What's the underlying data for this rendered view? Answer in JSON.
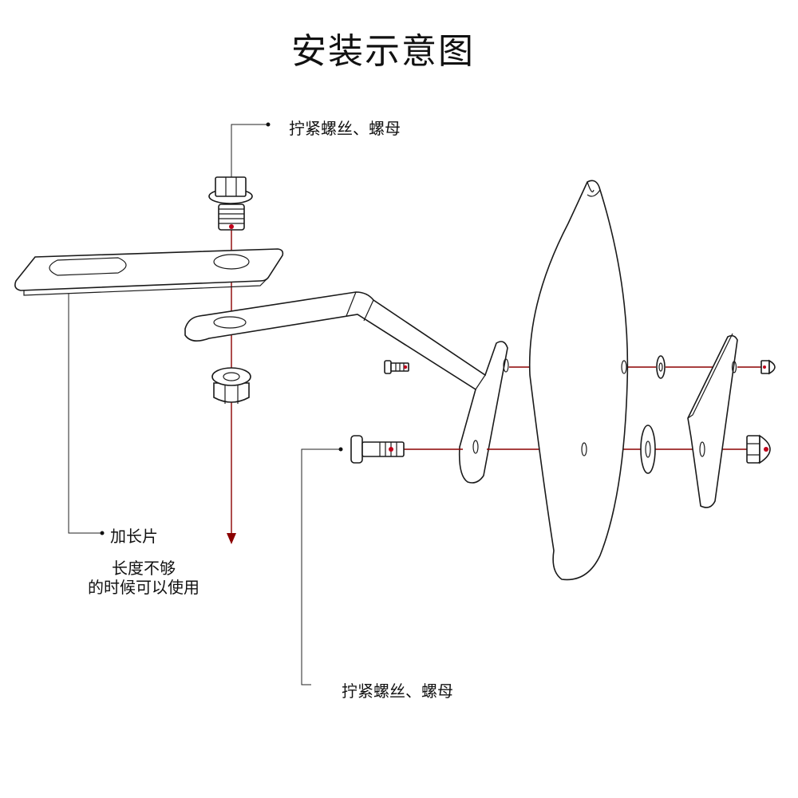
{
  "title": "安装示意图",
  "labels": {
    "top_callout": "拧紧螺丝、螺母",
    "bottom_callout": "拧紧螺丝、螺母",
    "extension_piece": "加长片",
    "extension_note_line1": "长度不够",
    "extension_note_line2": "的时候可以使用"
  },
  "colors": {
    "axis_line": "#8b0000",
    "outline": "#1a1a1a"
  },
  "icons": {
    "arrow": "down-arrow"
  }
}
